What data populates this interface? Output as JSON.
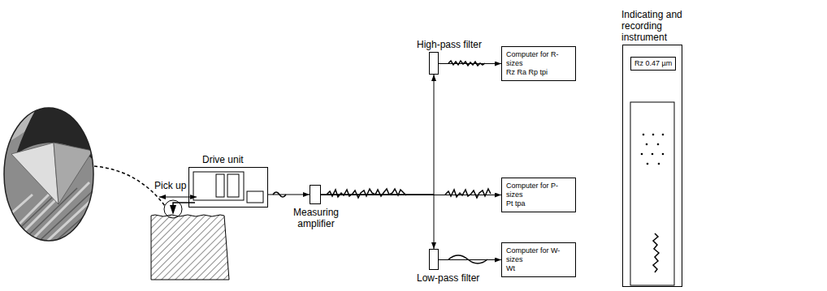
{
  "diagram": {
    "nodes": [
      {
        "text": [
          "Drive unit"
        ]
      },
      {
        "text": [
          "Measuring amplifier"
        ]
      },
      {
        "text": [
          "High-pass filter"
        ]
      },
      {
        "text": [
          "Low-pass filter"
        ]
      },
      {
        "text": [
          "Computer for R-sizes",
          "Rz Ra Rp tpi"
        ]
      },
      {
        "text": [
          "Computer for P-sizes",
          "Pt tpa"
        ]
      },
      {
        "text": [
          "Computer for W-sizes",
          "Wt"
        ]
      },
      {
        "text": [
          "Indicating and recording instrument"
        ]
      },
      {
        "text": [
          "Rz 0.47 µm"
        ],
        "in": 7
      }
    ],
    "edges": [
      {
        "from": 0,
        "to": 1,
        "arrow": "to"
      },
      {
        "from": 1,
        "to": 2,
        "arrow": "to"
      },
      {
        "from": 1,
        "to": 5,
        "arrow": "to"
      },
      {
        "from": 1,
        "to": 3,
        "arrow": "to"
      },
      {
        "from": 2,
        "to": 4,
        "arrow": "to"
      },
      {
        "from": 3,
        "to": 6,
        "arrow": "to"
      }
    ],
    "labels": [
      "Pick up"
    ]
  }
}
